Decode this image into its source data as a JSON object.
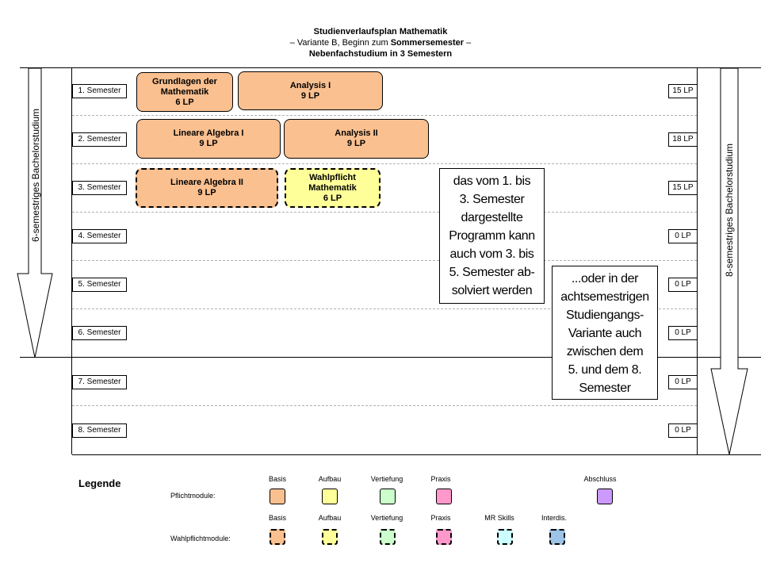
{
  "title": {
    "line1": "Studienverlaufsplan Mathematik",
    "line2_pre": "– Variante B, Beginn zum ",
    "line2_bold": "Sommersemester",
    "line2_post": " –",
    "line3": "Nebenfachstudium in 3 Semestern"
  },
  "semesters": [
    {
      "label": "1. Semester",
      "lp": "15 LP"
    },
    {
      "label": "2. Semester",
      "lp": "18 LP"
    },
    {
      "label": "3. Semester",
      "lp": "15 LP"
    },
    {
      "label": "4. Semester",
      "lp": "0 LP"
    },
    {
      "label": "5. Semester",
      "lp": "0 LP"
    },
    {
      "label": "6. Semester",
      "lp": "0 LP"
    },
    {
      "label": "7. Semester",
      "lp": "0 LP"
    },
    {
      "label": "8. Semester",
      "lp": "0 LP"
    }
  ],
  "modules": [
    {
      "name": "Grundlagen der Mathematik",
      "lp": "6 LP",
      "type": "Basis",
      "kind": "Pflicht",
      "color": "#fac090"
    },
    {
      "name": "Analysis I",
      "lp": "9 LP",
      "type": "Basis",
      "kind": "Pflicht",
      "color": "#fac090"
    },
    {
      "name": "Lineare Algebra I",
      "lp": "9 LP",
      "type": "Basis",
      "kind": "Pflicht",
      "color": "#fac090"
    },
    {
      "name": "Analysis II",
      "lp": "9 LP",
      "type": "Basis",
      "kind": "Pflicht",
      "color": "#fac090"
    },
    {
      "name": "Lineare Algebra II",
      "lp": "9 LP",
      "type": "Basis",
      "kind": "Wahlpflicht",
      "color": "#fac090"
    },
    {
      "name": "Wahlpflicht Mathematik",
      "lp": "6 LP",
      "type": "Aufbau",
      "kind": "Wahlpflicht",
      "color": "#ffff99"
    }
  ],
  "notes": {
    "note1": [
      "das vom 1. bis",
      "3. Semester",
      "dargestellte",
      "Programm kann",
      "auch vom 3. bis",
      "5. Semester ab-",
      "solviert werden"
    ],
    "note2": [
      "...oder in der",
      "achtsemestrigen",
      "Studiengangs-",
      "Variante auch",
      "zwischen dem",
      "5. und dem 8.",
      "Semester"
    ]
  },
  "arrows": {
    "left": "6-semestriges Bachelorstudium",
    "right": "8-semestriges Bachelorstudium"
  },
  "legend": {
    "heading": "Legende",
    "pflicht_label": "Pflichtmodule:",
    "wahlpflicht_label": "Wahlpflichtmodule:",
    "pflicht": [
      {
        "label": "Basis",
        "color": "#fac090"
      },
      {
        "label": "Aufbau",
        "color": "#ffff99"
      },
      {
        "label": "Vertiefung",
        "color": "#ccffcc"
      },
      {
        "label": "Praxis",
        "color": "#ff99cc"
      },
      {
        "label": "Abschluss",
        "color": "#cc99ff"
      }
    ],
    "wahlpflicht": [
      {
        "label": "Basis",
        "color": "#fac090"
      },
      {
        "label": "Aufbau",
        "color": "#ffff99"
      },
      {
        "label": "Vertiefung",
        "color": "#ccffcc"
      },
      {
        "label": "Praxis",
        "color": "#ff99cc"
      },
      {
        "label": "MR Skills",
        "color": "#ccffff"
      },
      {
        "label": "Interdis.",
        "color": "#9dc3e6"
      }
    ]
  }
}
